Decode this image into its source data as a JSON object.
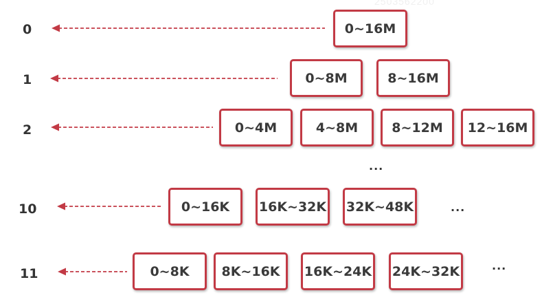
{
  "watermark": "2503562200",
  "levels": [
    {
      "label": "0",
      "blocks": [
        "0~16M"
      ]
    },
    {
      "label": "1",
      "blocks": [
        "0~8M",
        "8~16M"
      ]
    },
    {
      "label": "2",
      "blocks": [
        "0~4M",
        "4~8M",
        "8~12M",
        "12~16M"
      ]
    },
    {
      "label": "10",
      "blocks": [
        "0~16K",
        "16K~32K",
        "32K~48K"
      ]
    },
    {
      "label": "11",
      "blocks": [
        "0~8K",
        "8K~16K",
        "16K~24K",
        "24K~32K"
      ]
    }
  ],
  "ellipsis": "..."
}
